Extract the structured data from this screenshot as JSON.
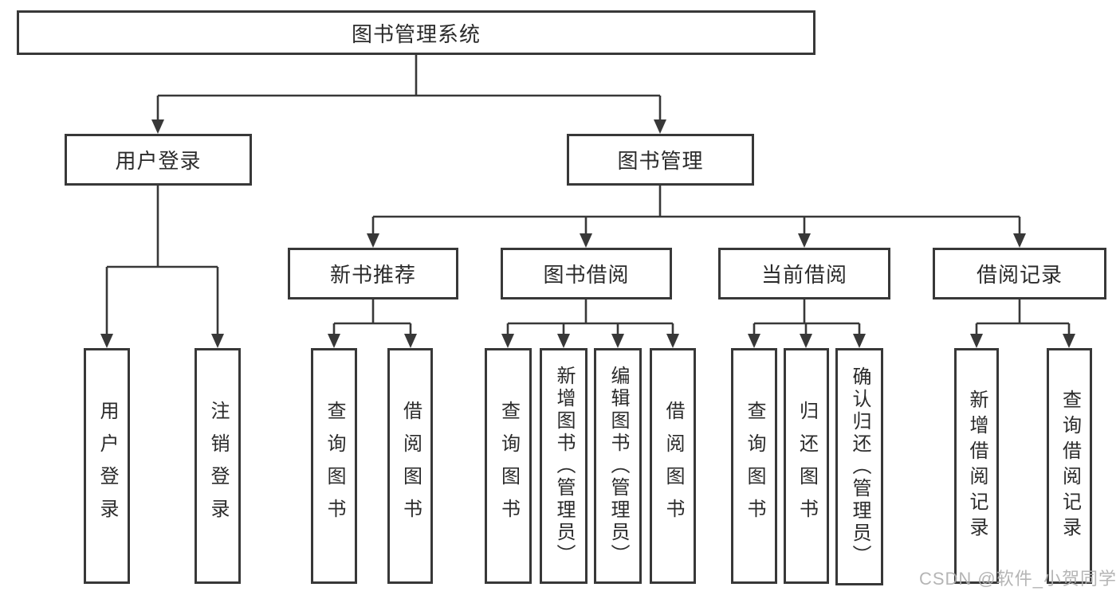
{
  "title": "图书管理系统",
  "user_login": {
    "label": "用户登录",
    "children": [
      "用户登录",
      "注销登录"
    ]
  },
  "book_mgmt": {
    "label": "图书管理",
    "sections": [
      {
        "label": "新书推荐",
        "children": [
          "查询图书",
          "借阅图书"
        ]
      },
      {
        "label": "图书借阅",
        "children": [
          "查询图书",
          "新增图书（管理员）",
          "编辑图书（管理员）",
          "借阅图书"
        ]
      },
      {
        "label": "当前借阅",
        "children": [
          "查询图书",
          "归还图书",
          "确认归还（管理员）"
        ]
      },
      {
        "label": "借阅记录",
        "children": [
          "新增借阅记录",
          "查询借阅记录"
        ]
      }
    ]
  },
  "watermark": {
    "text": "CSDN @软件_小贺同学"
  },
  "colors": {
    "line": "#383838",
    "box_border": "#383838",
    "box_fill": "#ffffff",
    "text": "#2b2b2b",
    "watermark": "#afafaf",
    "background": "#ffffff"
  }
}
